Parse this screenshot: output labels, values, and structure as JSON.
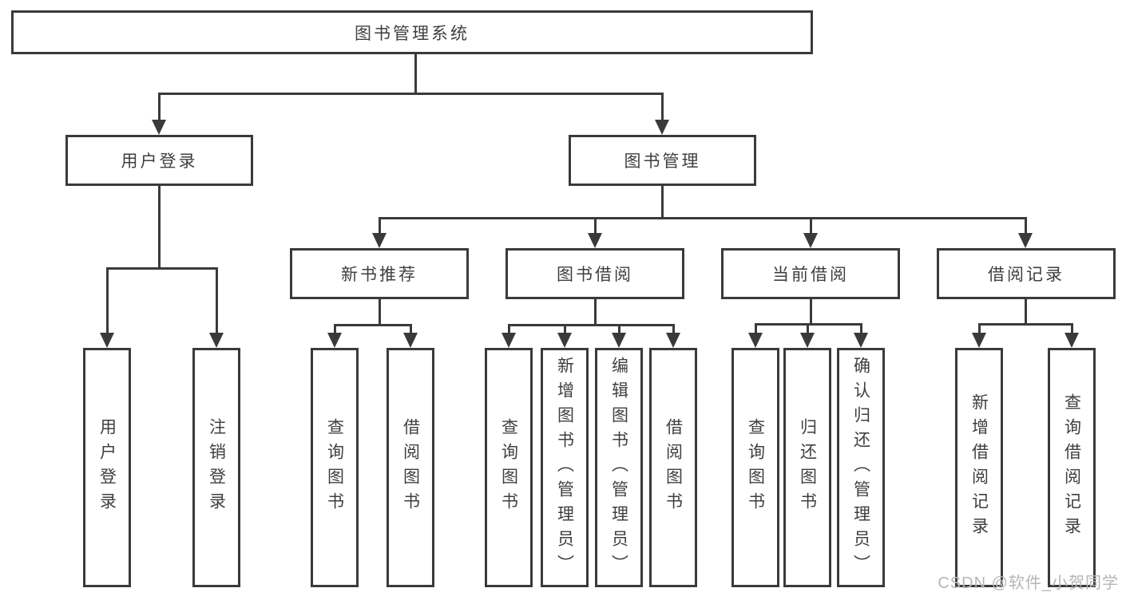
{
  "colors": {
    "line": "#3a3a3a",
    "text": "#3f3f3f",
    "watermark": "#b6b6b6",
    "background": "#ffffff"
  },
  "diagram": {
    "root": {
      "label": "图书管理系统"
    },
    "level2": {
      "user_login": {
        "label": "用户登录"
      },
      "book_mgmt": {
        "label": "图书管理"
      }
    },
    "level3": {
      "new_book_rec": {
        "label": "新书推荐"
      },
      "book_borrow": {
        "label": "图书借阅"
      },
      "current_borrow": {
        "label": "当前借阅"
      },
      "borrow_record": {
        "label": "借阅记录"
      }
    },
    "leaves": {
      "user_login_1": "用户登录",
      "user_login_2": "注销登录",
      "new_book_1": "查询图书",
      "new_book_2": "借阅图书",
      "book_borrow_1": "查询图书",
      "book_borrow_2": "新增图书（管理员）",
      "book_borrow_3": "编辑图书（管理员）",
      "book_borrow_4": "借阅图书",
      "current_borrow_1": "查询图书",
      "current_borrow_2": "归还图书",
      "current_borrow_3": "确认归还（管理员）",
      "borrow_record_1": "新增借阅记录",
      "borrow_record_2": "查询借阅记录"
    }
  },
  "watermark": {
    "text": "CSDN @软件_小贺同学"
  }
}
